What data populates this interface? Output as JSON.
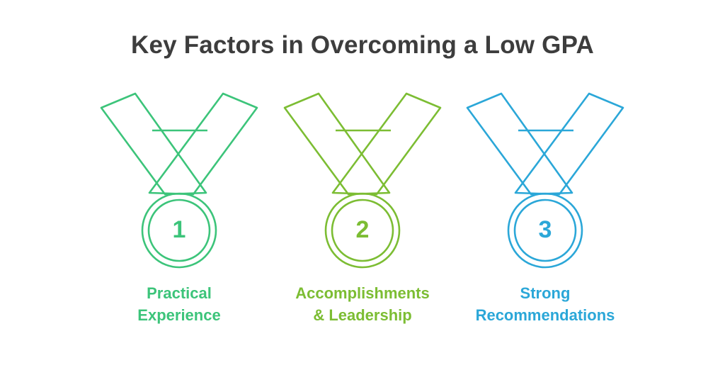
{
  "title": "Key Factors in Overcoming a Low GPA",
  "medals": [
    {
      "number": "1",
      "label_line1": "Practical",
      "label_line2": "Experience",
      "color": "#3cc47a",
      "icon": "medal-icon"
    },
    {
      "number": "2",
      "label_line1": "Accomplishments",
      "label_line2": "& Leadership",
      "color": "#7cbd33",
      "icon": "medal-icon"
    },
    {
      "number": "3",
      "label_line1": "Strong",
      "label_line2": "Recommendations",
      "color": "#2ba7d8",
      "icon": "medal-icon"
    }
  ]
}
